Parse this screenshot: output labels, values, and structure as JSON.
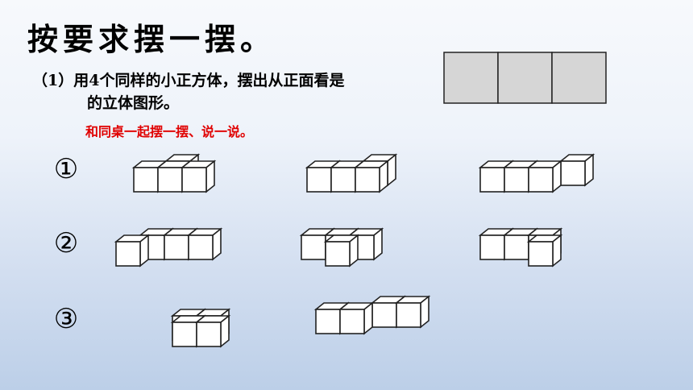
{
  "title": "按要求摆一摆。",
  "question": {
    "line1": "（1）用4个同样的小正方体，摆出从正面看是",
    "line2": "的立体图形。"
  },
  "hint": "和同桌一起摆一摆、说一说。",
  "rows": [
    {
      "label": "①"
    },
    {
      "label": "②"
    },
    {
      "label": "③"
    }
  ],
  "colors": {
    "title_text": "#000000",
    "hint_text": "#e00000",
    "front_view_fill": "#d6d6d6"
  }
}
